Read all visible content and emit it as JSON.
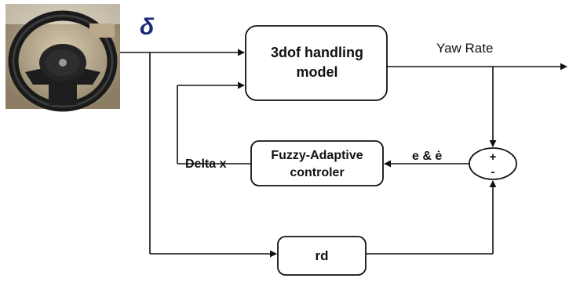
{
  "input_symbol": "δ",
  "blocks": {
    "plant": {
      "line1": "3dof handling",
      "line2": "model"
    },
    "controller": {
      "line1": "Fuzzy-Adaptive",
      "line2": "controler"
    },
    "reference": {
      "label": "rd"
    }
  },
  "signals": {
    "yaw_rate": "Yaw Rate",
    "delta_x": "Delta x",
    "error": "e & ė"
  },
  "summing_junction": {
    "plus": "+",
    "minus": "-"
  },
  "colors": {
    "line": "#111111",
    "block_fill": "#ffffff",
    "symbol": "#1b2a78"
  }
}
